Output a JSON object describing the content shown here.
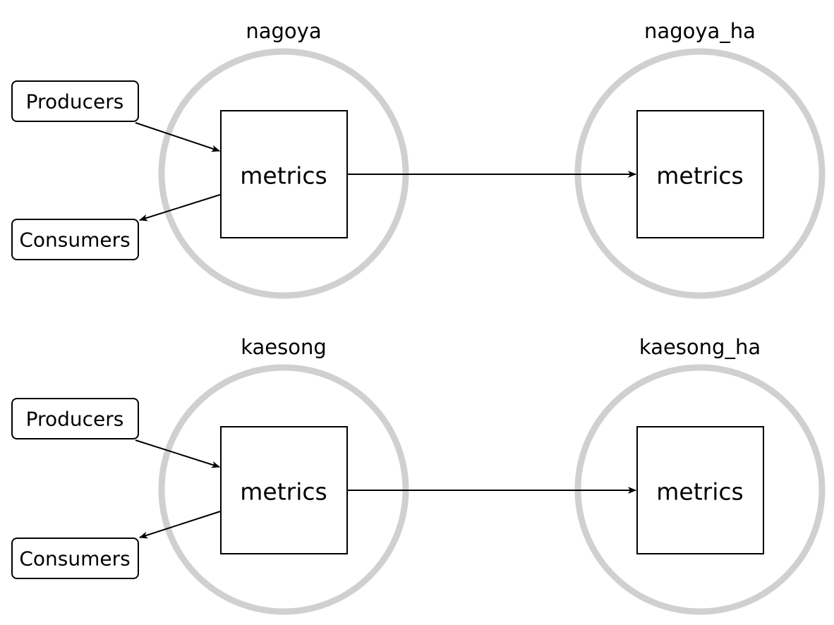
{
  "rows": [
    {
      "primary": {
        "cluster_label": "nagoya",
        "queue_label": "metrics"
      },
      "replica": {
        "cluster_label": "nagoya_ha",
        "queue_label": "metrics"
      },
      "producers_label": "Producers",
      "consumers_label": "Consumers"
    },
    {
      "primary": {
        "cluster_label": "kaesong",
        "queue_label": "metrics"
      },
      "replica": {
        "cluster_label": "kaesong_ha",
        "queue_label": "metrics"
      },
      "producers_label": "Producers",
      "consumers_label": "Consumers"
    }
  ],
  "colors": {
    "ring": "#d0d0d0",
    "stroke": "#000000",
    "background": "#ffffff"
  }
}
